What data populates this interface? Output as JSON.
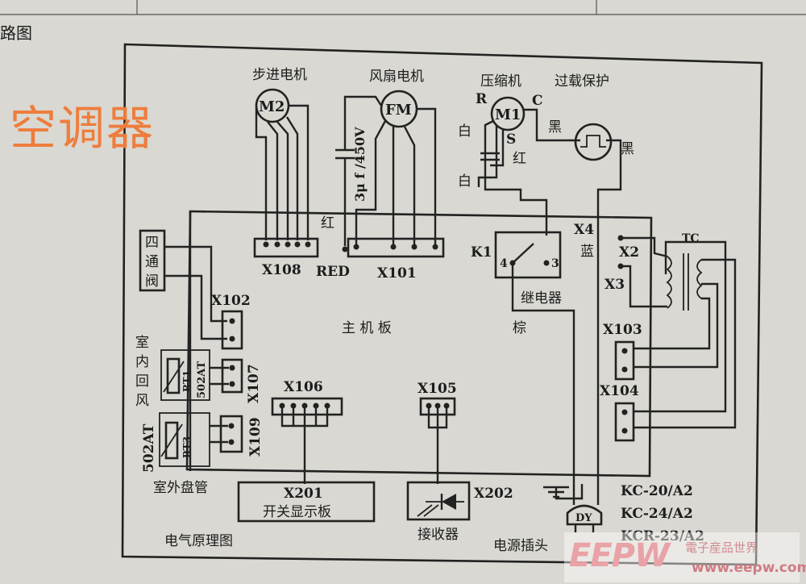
{
  "diagram": {
    "corner_label": "路图",
    "components": {
      "m2": {
        "name": "步进电机",
        "symbol": "M2"
      },
      "fm": {
        "name": "风扇电机",
        "symbol": "FM"
      },
      "m1": {
        "name": "压缩机",
        "symbol": "M1",
        "pin_r": "R",
        "pin_c": "C",
        "pin_s": "S"
      },
      "overload": {
        "name": "过载保护"
      },
      "capacitor": {
        "value": "3μ f /450V"
      },
      "relay": {
        "id": "K1",
        "name": "继电器",
        "pin4": "4",
        "pin3": "3"
      },
      "four_way_valve": {
        "name": "四通阀"
      },
      "transformer": {
        "name": "TC"
      },
      "rt1": {
        "id": "RT1",
        "value": "502AT"
      },
      "rt3": {
        "id": "RT3",
        "value": "502AT"
      },
      "mainboard": {
        "name": "主 机 板"
      },
      "x201": {
        "id": "X201",
        "name": "开关显示板"
      },
      "x202": {
        "id": "X202",
        "name": "接收器"
      },
      "plug": {
        "id": "DY",
        "name": "电源插头"
      }
    },
    "connectors": {
      "x108": "X108",
      "red": "RED",
      "x101": "X101",
      "x102": "X102",
      "x107": "X107",
      "x109": "X109",
      "x106": "X106",
      "x105": "X105",
      "x2": "X2",
      "x3": "X3",
      "x4": "X4",
      "x103": "X103",
      "x104": "X104"
    },
    "wire_colors": {
      "white1": "白",
      "white2": "白",
      "red_s": "红",
      "black1": "黑",
      "black2": "黑",
      "red_cap": "红",
      "blue": "蓝",
      "brown": "棕"
    },
    "sensor_labels": {
      "indoor": "室内回风",
      "outdoor": "室外盘管"
    },
    "footer": "电气原理图",
    "models": [
      "KC-20/A2",
      "KC-24/A2",
      "KCR-23/A2"
    ]
  },
  "overlay": {
    "title": "空调器"
  },
  "watermark": {
    "logo": "EEPW",
    "tagline": "電子産品世界",
    "url": "www.eepw.com.cn"
  },
  "colors": {
    "paper": "#d9d8d2",
    "ink": "#222222",
    "title": "#ee7d3c",
    "watermark": "#e9a2a6"
  }
}
